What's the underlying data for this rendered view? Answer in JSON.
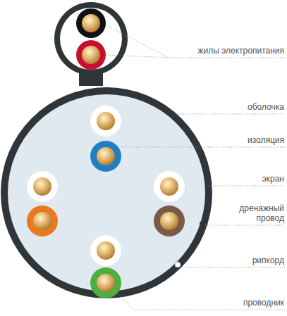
{
  "diagram": {
    "labels": [
      "жилы электропитания",
      "оболочка",
      "изоляция",
      "экран",
      "дренажный провод",
      "рипкорд",
      "проводник"
    ]
  }
}
